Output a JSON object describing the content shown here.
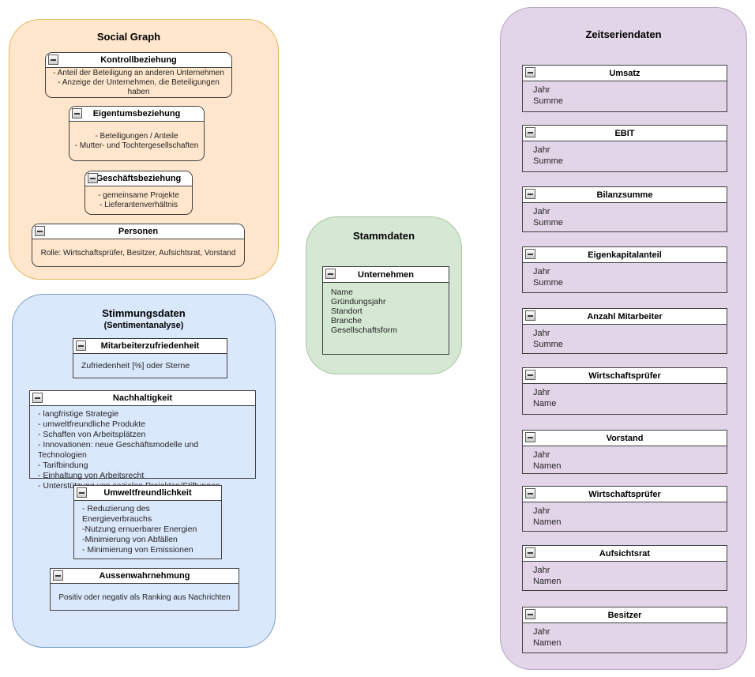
{
  "diagram_title": "",
  "colors": {
    "social_graph_fill": "#FFE6CC",
    "social_graph_stroke": "#E3B75A",
    "stimmungsdaten_fill": "#DAE8FC",
    "stimmungsdaten_stroke": "#7C9BC9",
    "stammdaten_fill": "#D5E8D4",
    "stammdaten_stroke": "#A6C69B",
    "zeitseriendaten_fill": "#E2D5E8",
    "zeitseriendaten_stroke": "#B7A5C5",
    "entity_border": "#404040",
    "entity_header_fill": "#FFFFFF"
  },
  "icons": {
    "collapse": "minus-square-icon"
  },
  "social_graph": {
    "title": "Social Graph",
    "boxes": [
      {
        "title": "Kontrollbeziehung",
        "lines": [
          "- Anteil der Beteiligung an anderen Unternehmen",
          "- Anzeige der Unternehmen, die Beteiligungen haben"
        ]
      },
      {
        "title": "Eigentumsbeziehung",
        "lines": [
          "- Beteiligungen / Anteile",
          "- Mutter- und Tochtergesellschaften"
        ]
      },
      {
        "title": "Geschäftsbeziehung",
        "lines": [
          "- gemeinsame Projekte",
          "- Lieferantenverhältnis"
        ]
      },
      {
        "title": "Personen",
        "lines": [
          "Rolle: Wirtschaftsprüfer, Besitzer, Aufsichtsrat, Vorstand"
        ]
      }
    ]
  },
  "stimmungsdaten": {
    "title": "Stimmungsdaten",
    "subtitle": "(Sentimentanalyse)",
    "boxes": [
      {
        "title": "Mitarbeiterzufriedenheit",
        "lines": [
          "Zufriedenheit [%] oder Sterne"
        ]
      },
      {
        "title": "Nachhaltigkeit",
        "lines": [
          "- langfristige Strategie",
          "- umweltfreundliche Produkte",
          "- Schaffen von Arbeitsplätzen",
          "- Innovationen: neue Geschäftsmodelle und Technologien",
          "- Tarifbindung",
          "- Einhaltung von Arbeitsrecht",
          "- Unterstützung von sozialen Projekten/Stiftungen"
        ]
      },
      {
        "title": "Umweltfreundlichkeit",
        "lines": [
          "- Reduzierung des Energieverbrauchs",
          "-Nutzung ernuerbarer Energien",
          "-Minimierung von Abfällen",
          "- Minimierung von Emissionen"
        ]
      },
      {
        "title": "Aussenwahrnehmung",
        "lines": [
          "Positiv oder negativ als Ranking aus Nachrichten"
        ]
      }
    ]
  },
  "stammdaten": {
    "title": "Stammdaten",
    "boxes": [
      {
        "title": "Unternehmen",
        "lines": [
          "Name",
          "Gründungsjahr",
          "Standort",
          "Branche",
          "Gesellschaftsform"
        ]
      }
    ]
  },
  "zeitseriendaten": {
    "title": "Zeitseriendaten",
    "boxes": [
      {
        "title": "Umsatz",
        "lines": [
          "Jahr",
          "Summe"
        ]
      },
      {
        "title": "EBIT",
        "lines": [
          "Jahr",
          "Summe"
        ]
      },
      {
        "title": "Bilanzsumme",
        "lines": [
          "Jahr",
          "Summe"
        ]
      },
      {
        "title": "Eigenkapitalanteil",
        "lines": [
          "Jahr",
          "Summe"
        ]
      },
      {
        "title": "Anzahl Mitarbeiter",
        "lines": [
          "Jahr",
          "Summe"
        ]
      },
      {
        "title": "Wirtschaftsprüfer",
        "lines": [
          "Jahr",
          "Name"
        ]
      },
      {
        "title": "Vorstand",
        "lines": [
          "Jahr",
          "Namen"
        ]
      },
      {
        "title": "Wirtschaftsprüfer",
        "lines": [
          "Jahr",
          "Namen"
        ]
      },
      {
        "title": "Aufsichtsrat",
        "lines": [
          "Jahr",
          "Namen"
        ]
      },
      {
        "title": "Besitzer",
        "lines": [
          "Jahr",
          "Namen"
        ]
      }
    ]
  }
}
